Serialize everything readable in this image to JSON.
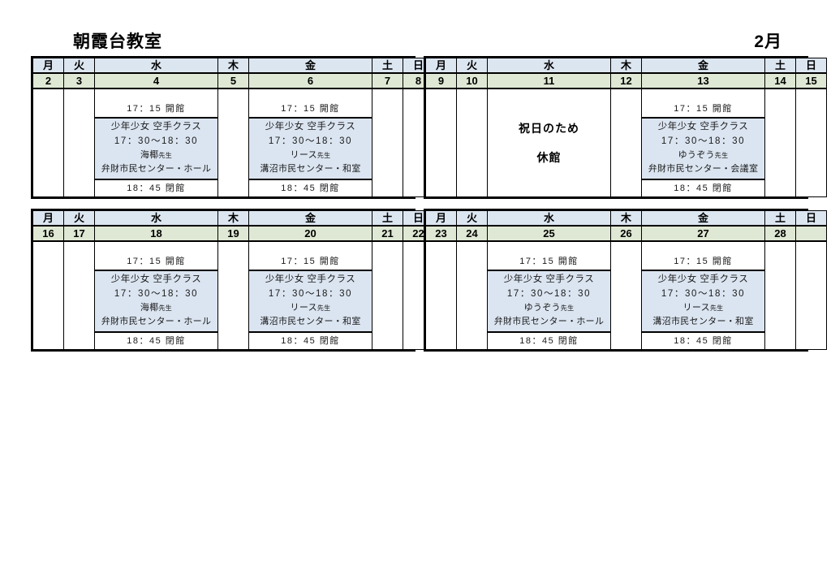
{
  "header": {
    "classroom_title": "朝霞台教室",
    "month_title": "2月"
  },
  "labels": {
    "dow": [
      "月",
      "火",
      "水",
      "木",
      "金",
      "土",
      "日"
    ]
  },
  "weeks": [
    {
      "id": "week-1",
      "dow": [
        "月",
        "火",
        "水",
        "木",
        "金",
        "土",
        "日"
      ],
      "dates": [
        "2",
        "3",
        "4",
        "5",
        "6",
        "7",
        "8"
      ],
      "days": [
        {
          "date": "2",
          "type": "empty"
        },
        {
          "date": "3",
          "type": "empty"
        },
        {
          "date": "4",
          "type": "class",
          "open": "17：15 開館",
          "class_name": "少年少女 空手クラス",
          "class_time": "17：30〜18：30",
          "teacher": "海椰",
          "teacher_suffix": "先生",
          "place": "弁財市民センター・ホール",
          "close": "18：45 閉館"
        },
        {
          "date": "5",
          "type": "empty"
        },
        {
          "date": "6",
          "type": "class",
          "open": "17：15 開館",
          "class_name": "少年少女 空手クラス",
          "class_time": "17：30〜18：30",
          "teacher": "リース",
          "teacher_suffix": "先生",
          "place": "溝沼市民センター・和室",
          "close": "18：45 閉館"
        },
        {
          "date": "7",
          "type": "empty"
        },
        {
          "date": "8",
          "type": "empty"
        }
      ]
    },
    {
      "id": "week-2",
      "dow": [
        "月",
        "火",
        "水",
        "木",
        "金",
        "土",
        "日"
      ],
      "dates": [
        "9",
        "10",
        "11",
        "12",
        "13",
        "14",
        "15"
      ],
      "days": [
        {
          "date": "9",
          "type": "empty"
        },
        {
          "date": "10",
          "type": "empty"
        },
        {
          "date": "11",
          "type": "holiday",
          "holiday_reason": "祝日のため",
          "holiday_status": "休館"
        },
        {
          "date": "12",
          "type": "empty"
        },
        {
          "date": "13",
          "type": "class",
          "open": "17：15 開館",
          "class_name": "少年少女 空手クラス",
          "class_time": "17：30〜18：30",
          "teacher": "ゆうぞう",
          "teacher_suffix": "先生",
          "place": "弁財市民センター・会議室",
          "close": "18：45 閉館"
        },
        {
          "date": "14",
          "type": "empty"
        },
        {
          "date": "15",
          "type": "empty"
        }
      ]
    },
    {
      "id": "week-3",
      "dow": [
        "月",
        "火",
        "水",
        "木",
        "金",
        "土",
        "日"
      ],
      "dates": [
        "16",
        "17",
        "18",
        "19",
        "20",
        "21",
        "22"
      ],
      "days": [
        {
          "date": "16",
          "type": "empty"
        },
        {
          "date": "17",
          "type": "empty"
        },
        {
          "date": "18",
          "type": "class",
          "open": "17：15 開館",
          "class_name": "少年少女 空手クラス",
          "class_time": "17：30〜18：30",
          "teacher": "海椰",
          "teacher_suffix": "先生",
          "place": "弁財市民センター・ホール",
          "close": "18：45 閉館"
        },
        {
          "date": "19",
          "type": "empty"
        },
        {
          "date": "20",
          "type": "class",
          "open": "17：15 開館",
          "class_name": "少年少女 空手クラス",
          "class_time": "17：30〜18：30",
          "teacher": "リース",
          "teacher_suffix": "先生",
          "place": "溝沼市民センター・和室",
          "close": "18：45 閉館"
        },
        {
          "date": "21",
          "type": "empty"
        },
        {
          "date": "22",
          "type": "empty"
        }
      ]
    },
    {
      "id": "week-4",
      "dow": [
        "月",
        "火",
        "水",
        "木",
        "金",
        "土",
        "日"
      ],
      "dates": [
        "23",
        "24",
        "25",
        "26",
        "27",
        "28",
        ""
      ],
      "days": [
        {
          "date": "23",
          "type": "empty"
        },
        {
          "date": "24",
          "type": "empty"
        },
        {
          "date": "25",
          "type": "class",
          "open": "17：15 開館",
          "class_name": "少年少女 空手クラス",
          "class_time": "17：30〜18：30",
          "teacher": "ゆうぞう",
          "teacher_suffix": "先生",
          "place": "弁財市民センター・ホール",
          "close": "18：45 閉館"
        },
        {
          "date": "26",
          "type": "empty"
        },
        {
          "date": "27",
          "type": "class",
          "open": "17：15 開館",
          "class_name": "少年少女 空手クラス",
          "class_time": "17：30〜18：30",
          "teacher": "リース",
          "teacher_suffix": "先生",
          "place": "溝沼市民センター・和室",
          "close": "18：45 閉館"
        },
        {
          "date": "28",
          "type": "empty"
        },
        {
          "date": "",
          "type": "empty"
        }
      ]
    }
  ],
  "colors": {
    "dow_header_bg": "#dce6f1",
    "date_row_bg": "#dfe8d4",
    "class_box_bg": "#dbe5f1",
    "border": "#000000",
    "page_bg": "#ffffff"
  }
}
